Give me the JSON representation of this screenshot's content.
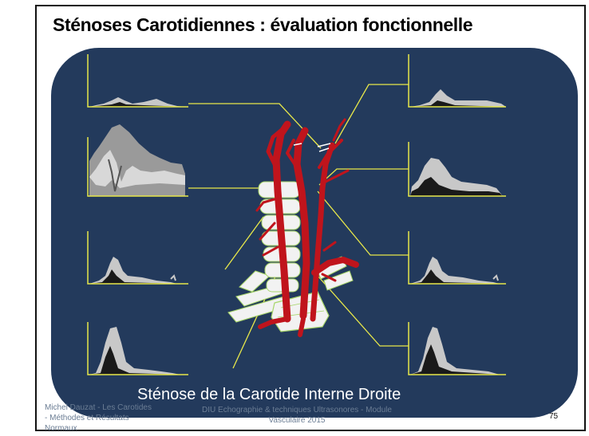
{
  "slide": {
    "title": "Sténoses Carotidiennes : évaluation fonctionnelle",
    "caption": "Sténose de la Carotide Interne Droite",
    "footer_author": "Michel Dauzat - Les Carotides - Méthodes et Résultats Normaux",
    "footer_course": "DIU Echographie & techniques Ultrasonores - Module Vasculaire 2015",
    "page_number": "75"
  },
  "colors": {
    "panel": "#233a5c",
    "axis": "#e8e84a",
    "wave_light": "#c8c8c8",
    "wave_dark": "#1a1a1a",
    "artery": "#c0141c",
    "vertebra": "#f2f2f2"
  },
  "waveforms": [
    {
      "side": "left",
      "pattern": "low-flat"
    },
    {
      "side": "left",
      "pattern": "turbulent-stenosis"
    },
    {
      "side": "left",
      "pattern": "peaked"
    },
    {
      "side": "left",
      "pattern": "tall-peaked"
    },
    {
      "side": "right",
      "pattern": "low-flat"
    },
    {
      "side": "right",
      "pattern": "broad-high"
    },
    {
      "side": "right",
      "pattern": "peaked"
    },
    {
      "side": "right",
      "pattern": "tall-peaked"
    }
  ]
}
